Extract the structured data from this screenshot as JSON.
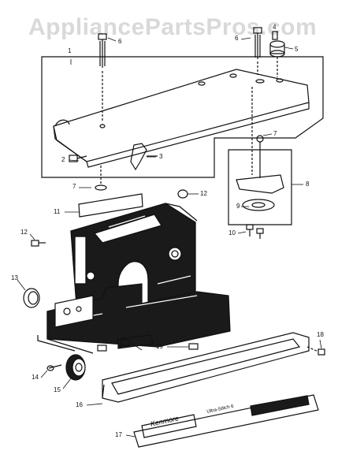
{
  "watermark": "AppliancePartsPros.com",
  "callouts": [
    "1",
    "2",
    "3",
    "4",
    "5",
    "6",
    "6",
    "7",
    "7",
    "8",
    "9",
    "10",
    "11",
    "12",
    "12",
    "13",
    "14",
    "15",
    "16",
    "17",
    "18",
    "19"
  ],
  "badge": {
    "brand": "Kenmore",
    "model_text": "Ultra-Stitch 6"
  }
}
